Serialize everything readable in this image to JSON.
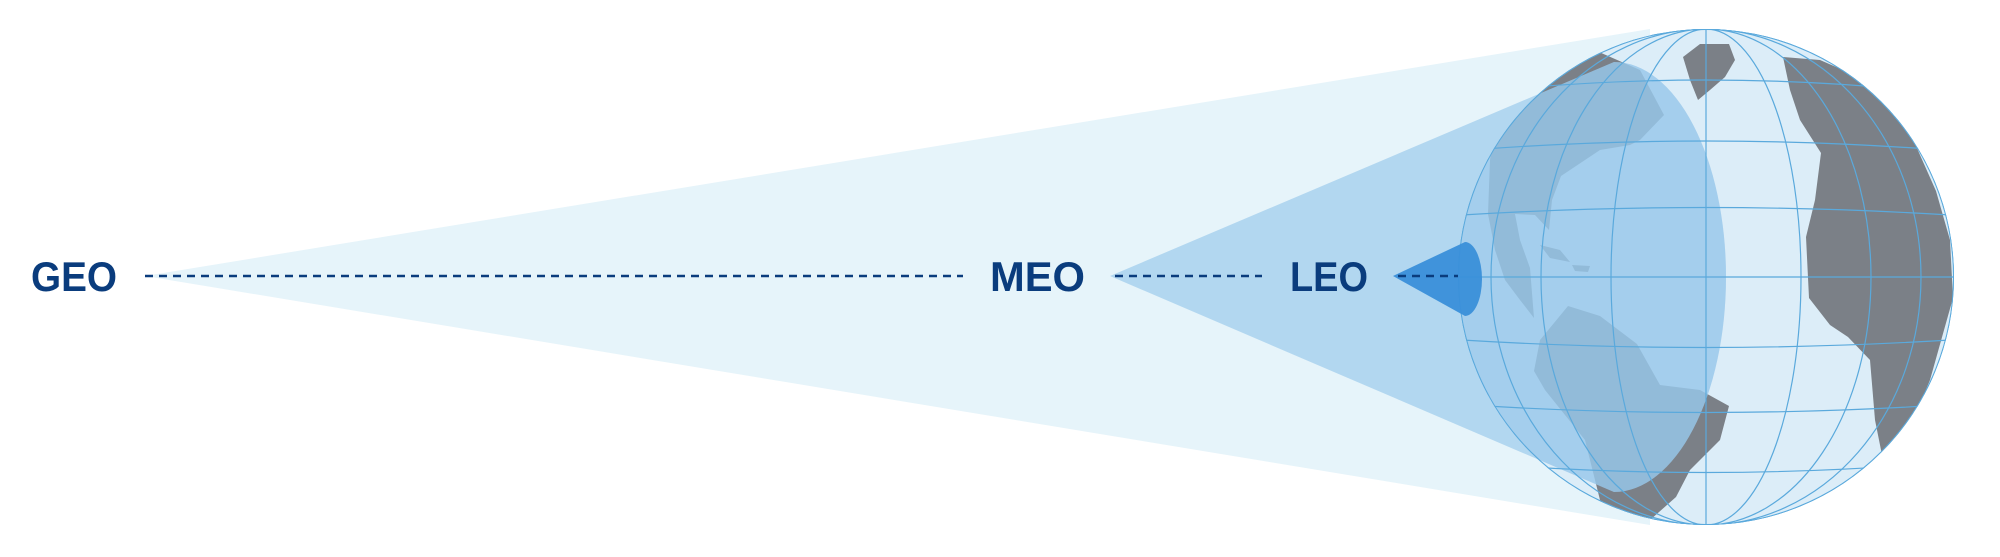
{
  "diagram": {
    "labels": {
      "geo": "GEO",
      "meo": "MEO",
      "leo": "LEO"
    },
    "colors": {
      "label": "#0a3c7d",
      "geo_cone": "#e6f4fa",
      "meo_cone": "#aed3ee",
      "leo_cone": "#3a8fd9",
      "globe": "#dcedf8",
      "grid": "#5aa9dc",
      "land": "#7b8087",
      "land_shaded": "#5a6c80"
    }
  }
}
